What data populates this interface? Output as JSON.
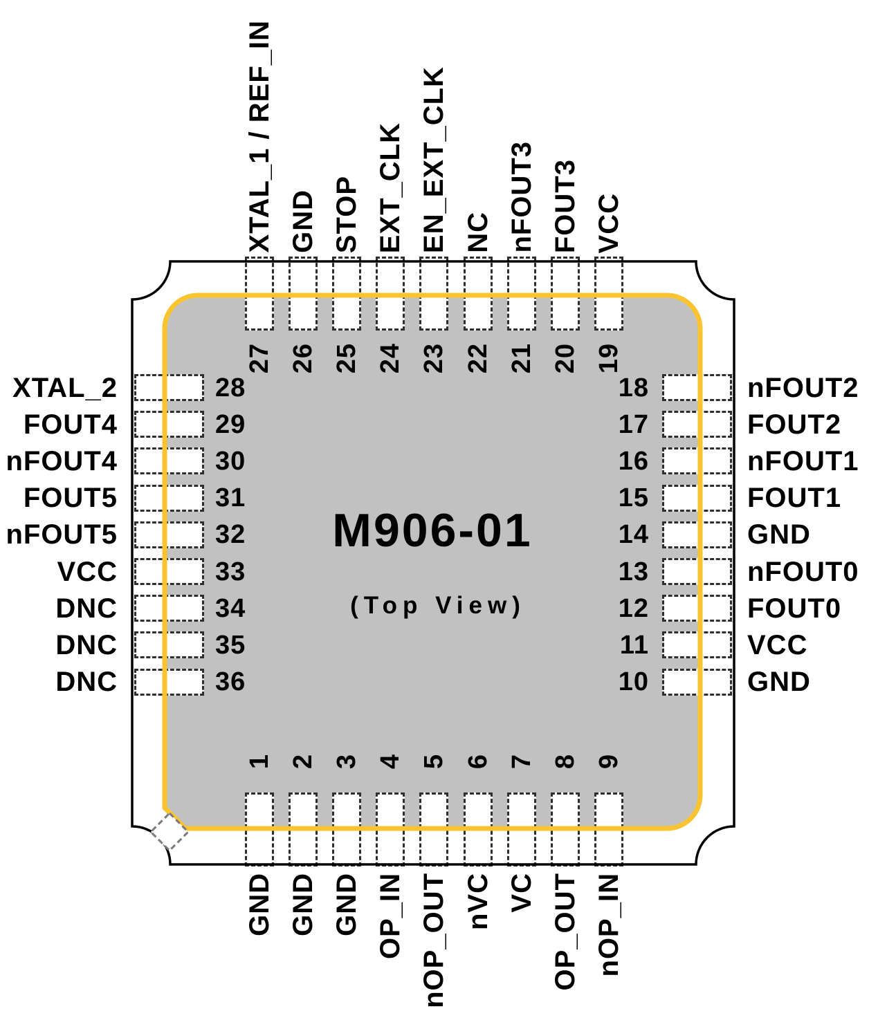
{
  "diagram": {
    "title": "M906-01",
    "subtitle": "(Top View)",
    "package": {
      "top_pins": [
        {
          "num": "27",
          "label": "XTAL_1 / REF_IN"
        },
        {
          "num": "26",
          "label": "GND"
        },
        {
          "num": "25",
          "label": "STOP"
        },
        {
          "num": "24",
          "label": "EXT_CLK"
        },
        {
          "num": "23",
          "label": "EN_EXT_CLK"
        },
        {
          "num": "22",
          "label": "NC"
        },
        {
          "num": "21",
          "label": "nFOUT3"
        },
        {
          "num": "20",
          "label": "FOUT3"
        },
        {
          "num": "19",
          "label": "VCC"
        }
      ],
      "left_pins": [
        {
          "num": "28",
          "label": "XTAL_2"
        },
        {
          "num": "29",
          "label": "FOUT4"
        },
        {
          "num": "30",
          "label": "nFOUT4"
        },
        {
          "num": "31",
          "label": "FOUT5"
        },
        {
          "num": "32",
          "label": "nFOUT5"
        },
        {
          "num": "33",
          "label": "VCC"
        },
        {
          "num": "34",
          "label": "DNC"
        },
        {
          "num": "35",
          "label": "DNC"
        },
        {
          "num": "36",
          "label": "DNC"
        }
      ],
      "right_pins": [
        {
          "num": "18",
          "label": "nFOUT2"
        },
        {
          "num": "17",
          "label": "FOUT2"
        },
        {
          "num": "16",
          "label": "nFOUT1"
        },
        {
          "num": "15",
          "label": "FOUT1"
        },
        {
          "num": "14",
          "label": "GND"
        },
        {
          "num": "13",
          "label": "nFOUT0"
        },
        {
          "num": "12",
          "label": "FOUT0"
        },
        {
          "num": "11",
          "label": "VCC"
        },
        {
          "num": "10",
          "label": "GND"
        }
      ],
      "bottom_pins": [
        {
          "num": "1",
          "label": "GND"
        },
        {
          "num": "2",
          "label": "GND"
        },
        {
          "num": "3",
          "label": "GND"
        },
        {
          "num": "4",
          "label": "OP_IN"
        },
        {
          "num": "5",
          "label": "nOP_OUT"
        },
        {
          "num": "6",
          "label": "nVC"
        },
        {
          "num": "7",
          "label": "VC"
        },
        {
          "num": "8",
          "label": "OP_OUT"
        },
        {
          "num": "9",
          "label": "nOP_IN"
        }
      ]
    },
    "markers": {
      "pin1_indicator": "diamond"
    },
    "colors": {
      "body_gray": "#C1C1C1",
      "accent_yellow": "#FAC430",
      "outline_black": "#000000",
      "pad_border": "#2E2E2E",
      "diamond_border": "#7A7A7A"
    }
  }
}
